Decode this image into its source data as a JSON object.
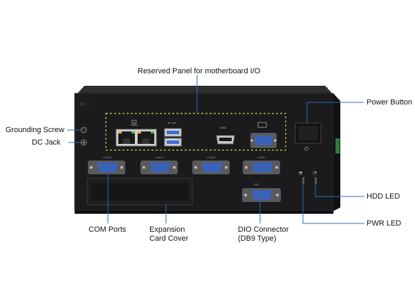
{
  "labels": {
    "reserved_panel": "Reserved Panel for motherboard I/O",
    "power_button": "Power Button",
    "grounding_screw": "Grounding Screw",
    "dc_jack": "DC Jack",
    "hdd_led": "HDD LED",
    "pwr_led": "PWR LED",
    "com_ports": "COM Ports",
    "expansion_line1": "Expansion",
    "expansion_line2": "Card Cover",
    "dio_line1": "DIO Connector",
    "dio_line2": "(DB9 Type)"
  },
  "silkscreen": {
    "hdmi": "HDMI",
    "com4": "COM 4",
    "com3": "COM 3",
    "com2": "COM 2",
    "com1": "COM 1",
    "dio": "DIO"
  },
  "colors": {
    "chassis": "#1b1b1d",
    "chassis_edge": "#2b2b2e",
    "leader_line": "#2a6fb5",
    "dashed_outline": "#d6d24a",
    "db9_blue": "#3a63b8",
    "rj45_body": "#cfcfcf",
    "usb_blue": "#3b6fd1"
  }
}
